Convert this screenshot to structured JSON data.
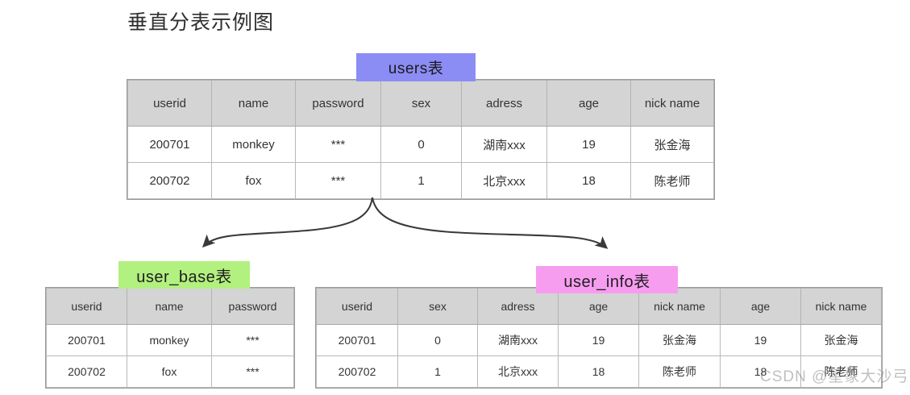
{
  "title": "垂直分表示例图",
  "tags": {
    "users": {
      "label": "users表",
      "color": "#8c8cf5"
    },
    "user_base": {
      "label": "user_base表",
      "color": "#b2f07f"
    },
    "user_info": {
      "label": "user_info表",
      "color": "#f79df0"
    }
  },
  "tables": {
    "users": {
      "name": "users表",
      "columns": [
        "userid",
        "name",
        "password",
        "sex",
        "adress",
        "age",
        "nick name"
      ],
      "rows": [
        [
          "200701",
          "monkey",
          "***",
          "0",
          "湖南xxx",
          "19",
          "张金海"
        ],
        [
          "200702",
          "fox",
          "***",
          "1",
          "北京xxx",
          "18",
          "陈老师"
        ]
      ]
    },
    "user_base": {
      "name": "user_base表",
      "columns": [
        "userid",
        "name",
        "password"
      ],
      "rows": [
        [
          "200701",
          "monkey",
          "***"
        ],
        [
          "200702",
          "fox",
          "***"
        ]
      ]
    },
    "user_info": {
      "name": "user_info表",
      "columns": [
        "userid",
        "sex",
        "adress",
        "age",
        "nick name",
        "age",
        "nick name"
      ],
      "rows": [
        [
          "200701",
          "0",
          "湖南xxx",
          "19",
          "张金海",
          "19",
          "张金海"
        ],
        [
          "200702",
          "1",
          "北京xxx",
          "18",
          "陈老师",
          "18",
          "陈老师"
        ]
      ]
    }
  },
  "arrows": [
    {
      "name": "arrow-to-user-base",
      "from": "users表",
      "to": "user_base表"
    },
    {
      "name": "arrow-to-user-info",
      "from": "users表",
      "to": "user_info表"
    }
  ],
  "watermark": "CSDN @星象大沙弓"
}
